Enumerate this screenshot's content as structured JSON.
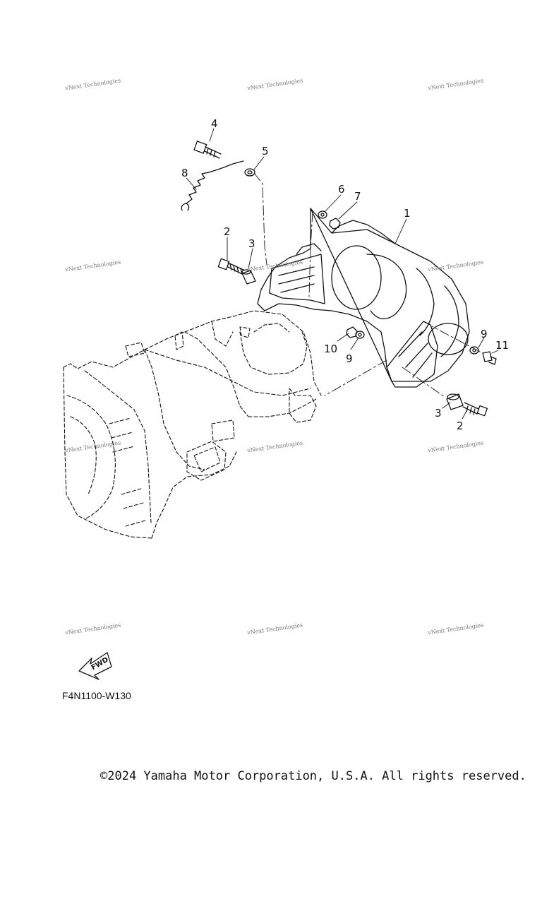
{
  "diagram": {
    "callouts": [
      "1",
      "2",
      "3",
      "4",
      "5",
      "6",
      "7",
      "8",
      "9",
      "10",
      "11"
    ],
    "fwd_label": "FWD",
    "drawing_code": "F4N1100-W130",
    "watermark_text": "vNext Technologies",
    "copyright": "©2024 Yamaha Motor Corporation, U.S.A. All rights reserved."
  }
}
